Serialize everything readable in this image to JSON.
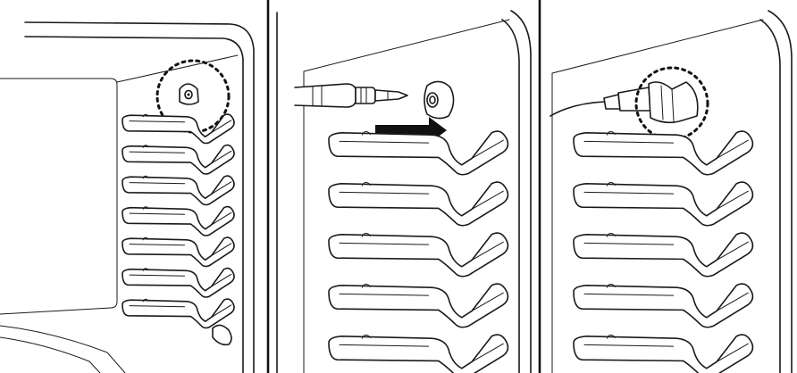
{
  "figure": {
    "panels": [
      {
        "id": "panel-1",
        "vents": 7
      },
      {
        "id": "panel-2",
        "vents": 5
      },
      {
        "id": "panel-3",
        "vents": 5
      }
    ],
    "colors": {
      "line": "#1a1a1a",
      "background": "#ffffff",
      "divider": "#111111"
    },
    "icons": [
      "earphone-jack-icon",
      "earphone-plug-icon",
      "insert-arrow-icon",
      "dashed-highlight-circle-icon"
    ]
  }
}
